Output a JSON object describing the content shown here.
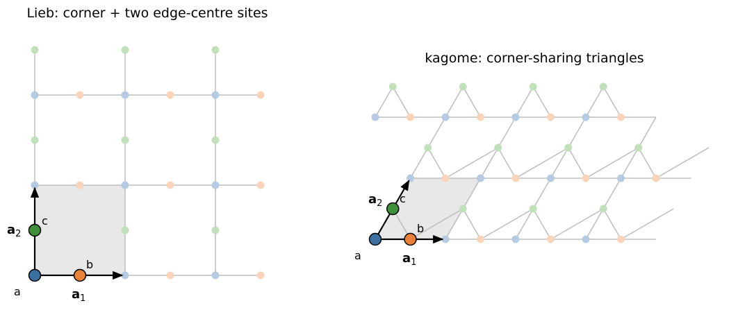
{
  "colors": {
    "site_a": "#3b6fa0",
    "site_b": "#e8813a",
    "site_c": "#3e8e3a",
    "site_a_faint": "#b6cbe2",
    "site_b_faint": "#f8d4bb",
    "site_c_faint": "#c3e0bc"
  },
  "lieb": {
    "title": "Lieb: corner + two edge-centre sites",
    "labels": {
      "a": "a",
      "b": "b",
      "c": "c",
      "a1": "a",
      "a1_sub": "1",
      "a2": "a",
      "a2_sub": "2"
    }
  },
  "kagome": {
    "title": "kagome: corner-sharing triangles",
    "labels": {
      "a": "a",
      "b": "b",
      "c": "c",
      "a1": "a",
      "a1_sub": "1",
      "a2": "a",
      "a2_sub": "2"
    }
  }
}
